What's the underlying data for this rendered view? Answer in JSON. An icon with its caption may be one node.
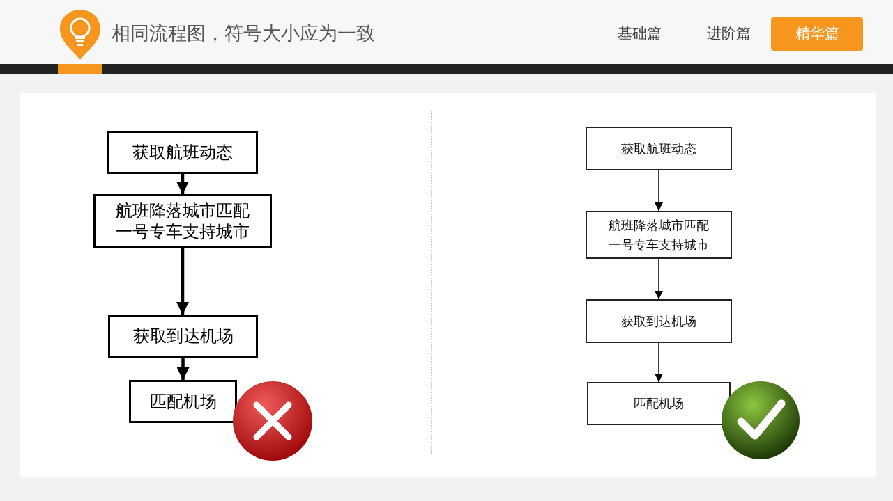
{
  "diagram": {
    "title": "相同流程图，符号大小应为一致",
    "nodes": [
      {
        "text": [
          "获取航班动态"
        ]
      },
      {
        "text": [
          "航班降落城市匹配一号专车支持城市"
        ]
      },
      {
        "text": [
          "获取到达机场"
        ]
      },
      {
        "text": [
          "匹配机场"
        ]
      },
      {
        "text": [
          "获取航班动态"
        ]
      },
      {
        "text": [
          "航班降落城市匹配一号专车支持城市"
        ]
      },
      {
        "text": [
          "获取到达机场"
        ]
      },
      {
        "text": [
          "匹配机场"
        ]
      }
    ],
    "edges": [
      {
        "from": 0,
        "to": 1,
        "arrow": "to",
        "style": "thick"
      },
      {
        "from": 1,
        "to": 2,
        "arrow": "to",
        "style": "thick"
      },
      {
        "from": 2,
        "to": 3,
        "arrow": "to",
        "style": "thick"
      },
      {
        "from": 4,
        "to": 5,
        "arrow": "to"
      },
      {
        "from": 5,
        "to": 6,
        "arrow": "to"
      },
      {
        "from": 6,
        "to": 7,
        "arrow": "to"
      }
    ],
    "labels": [
      "基础篇",
      "进阶篇",
      "精华篇"
    ]
  }
}
